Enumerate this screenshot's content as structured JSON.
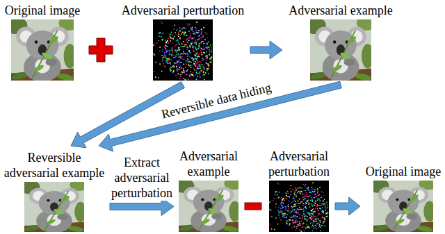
{
  "diagram": {
    "nodes": [
      {
        "text": [
          "Original image"
        ]
      },
      {
        "text": [
          "Adversarial perturbation"
        ]
      },
      {
        "text": [
          "Adversarial example"
        ]
      },
      {
        "text": [
          "Reversible adversarial example"
        ]
      },
      {
        "text": [
          "Adversarial example"
        ]
      },
      {
        "text": [
          "Adversarial perturbation"
        ]
      },
      {
        "text": [
          "Original image"
        ]
      }
    ],
    "edges": [
      {
        "from": 1,
        "to": 2,
        "arrow": "to"
      },
      {
        "from": 1,
        "to": 3,
        "arrow": "to"
      },
      {
        "from": 2,
        "to": 3,
        "arrow": "to",
        "label": "Reversible data hiding"
      },
      {
        "from": 3,
        "to": 4,
        "arrow": "to",
        "label": "Extract adversarial perturbation"
      },
      {
        "from": 5,
        "to": 6,
        "arrow": "to"
      }
    ]
  }
}
